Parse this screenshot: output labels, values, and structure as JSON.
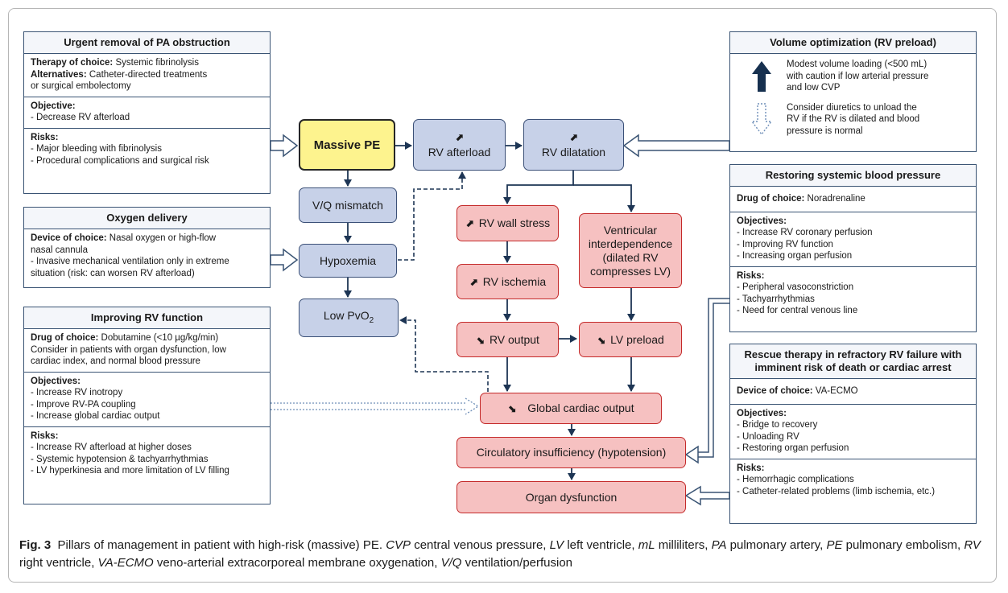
{
  "panels": {
    "pa_obstruction": {
      "title": "Urgent removal of PA obstruction",
      "therapy_label": "Therapy of choice:",
      "therapy_value": "Systemic fibrinolysis",
      "alt_label": "Alternatives:",
      "alt_value": "Catheter-directed treatments",
      "alt_value2": "or surgical embolectomy",
      "objective_label": "Objective:",
      "objectives": [
        "- Decrease RV afterload"
      ],
      "risks_label": "Risks:",
      "risks": [
        "- Major bleeding with fibrinolysis",
        "- Procedural complications and surgical risk"
      ]
    },
    "oxygen": {
      "title": "Oxygen delivery",
      "device_label": "Device of choice:",
      "device_value": "Nasal oxygen or high-flow",
      "device_value2": "nasal cannula",
      "lines": [
        "- Invasive mechanical ventilation only in extreme",
        "situation (risk: can worsen RV afterload)"
      ]
    },
    "rv_function": {
      "title": "Improving RV function",
      "drug_label": "Drug of choice:",
      "drug_value": "Dobutamine (<10 µg/kg/min)",
      "drug_lines": [
        "Consider in patients with organ dysfunction, low",
        "cardiac index, and normal blood pressure"
      ],
      "objectives_label": "Objectives:",
      "objectives": [
        "- Increase RV inotropy",
        "- Improve RV-PA coupling",
        "- Increase global cardiac output"
      ],
      "risks_label": "Risks:",
      "risks": [
        "- Increase RV afterload at higher doses",
        "- Systemic hypotension & tachyarrhythmias",
        "- LV hyperkinesia and more limitation of LV filling"
      ]
    },
    "volume": {
      "title": "Volume optimization (RV preload)",
      "up_lines": [
        "Modest volume loading (<500 mL)",
        "with caution if low arterial pressure",
        "and low CVP"
      ],
      "down_lines": [
        "Consider diuretics to unload the",
        "RV if the RV is dilated and blood",
        "pressure is normal"
      ]
    },
    "bp": {
      "title": "Restoring systemic blood pressure",
      "drug_label": "Drug of choice:",
      "drug_value": "Noradrenaline",
      "objectives_label": "Objectives:",
      "objectives": [
        "- Increase RV coronary perfusion",
        "- Improving RV function",
        "- Increasing organ perfusion"
      ],
      "risks_label": "Risks:",
      "risks": [
        "- Peripheral vasoconstriction",
        "- Tachyarrhythmias",
        "- Need for central venous line"
      ]
    },
    "rescue": {
      "title_lines": [
        "Rescue therapy in refractory RV failure with",
        "imminent risk of death or cardiac arrest"
      ],
      "device_label": "Device of choice:",
      "device_value": "VA-ECMO",
      "objectives_label": "Objectives:",
      "objectives": [
        "- Bridge to recovery",
        "- Unloading RV",
        "- Restoring organ perfusion"
      ],
      "risks_label": "Risks:",
      "risks": [
        "- Hemorrhagic complications",
        "- Catheter-related problems (limb ischemia, etc.)"
      ]
    }
  },
  "nodes": {
    "massive_pe": "Massive PE",
    "vq_mismatch": "V/Q mismatch",
    "hypoxemia": "Hypoxemia",
    "low_pvo2": "Low PvO",
    "low_pvo2_sub": "2",
    "rv_afterload": "RV afterload",
    "rv_dilatation": "RV dilatation",
    "rv_wall_stress": "RV wall stress",
    "rv_ischemia": "RV ischemia",
    "rv_output": "RV output",
    "lv_preload": "LV preload",
    "interdependence": [
      "Ventricular",
      "interdependence",
      "(dilated RV",
      "compresses LV)"
    ],
    "global_co": "Global cardiac output",
    "circ_insuff": "Circulatory insufficiency (hypotension)",
    "organ_dys": "Organ dysfunction",
    "up_arrow": "⬈",
    "down_arrow": "⬊"
  },
  "caption": {
    "label": "Fig. 3",
    "text": "Pillars of management in patient with high-risk (massive) PE.",
    "abbreviations": [
      {
        "abbr": "CVP",
        "def": "central venous pressure,"
      },
      {
        "abbr": "LV",
        "def": "left ventricle,"
      },
      {
        "abbr": "mL",
        "def": "milliliters,"
      },
      {
        "abbr": "PA",
        "def": "pulmonary artery,"
      },
      {
        "abbr": "PE",
        "def": "pulmonary embolism,"
      },
      {
        "abbr": "RV",
        "def": "right ventricle,"
      },
      {
        "abbr": "VA-ECMO",
        "def": "veno-arterial extracorporeal membrane oxygenation,"
      },
      {
        "abbr": "V/Q",
        "def": "ventilation/perfusion"
      }
    ]
  },
  "colors": {
    "blue_node": "#c7d1e8",
    "red_node": "#f6c1c1",
    "yellow_node": "#fdf38e",
    "dark_navy": "#1d3554",
    "panel_border": "#3a5474"
  }
}
